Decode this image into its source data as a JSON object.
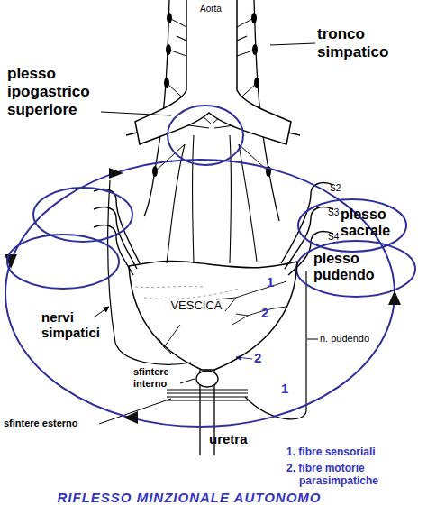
{
  "diagram": {
    "title": "RIFLESSO MINZIONALE AUTONOMO",
    "nodes": [
      {
        "text": [
          "plesso sacrale"
        ]
      },
      {
        "text": [
          "plesso pudendo"
        ]
      },
      {
        "text": [
          "VESCICA"
        ]
      }
    ],
    "labels": [
      "Aorta",
      "tronco simpatico",
      "plesso ipogastrico superiore",
      "S2",
      "S3",
      "S4",
      "1",
      "2",
      "nervi simpatici",
      "sfintere interno",
      "2",
      "n. pudendo",
      "1",
      "sfintere esterno",
      "uretra",
      "1. fibre sensoriali",
      "2. fibre motorie parasimpatiche"
    ]
  }
}
